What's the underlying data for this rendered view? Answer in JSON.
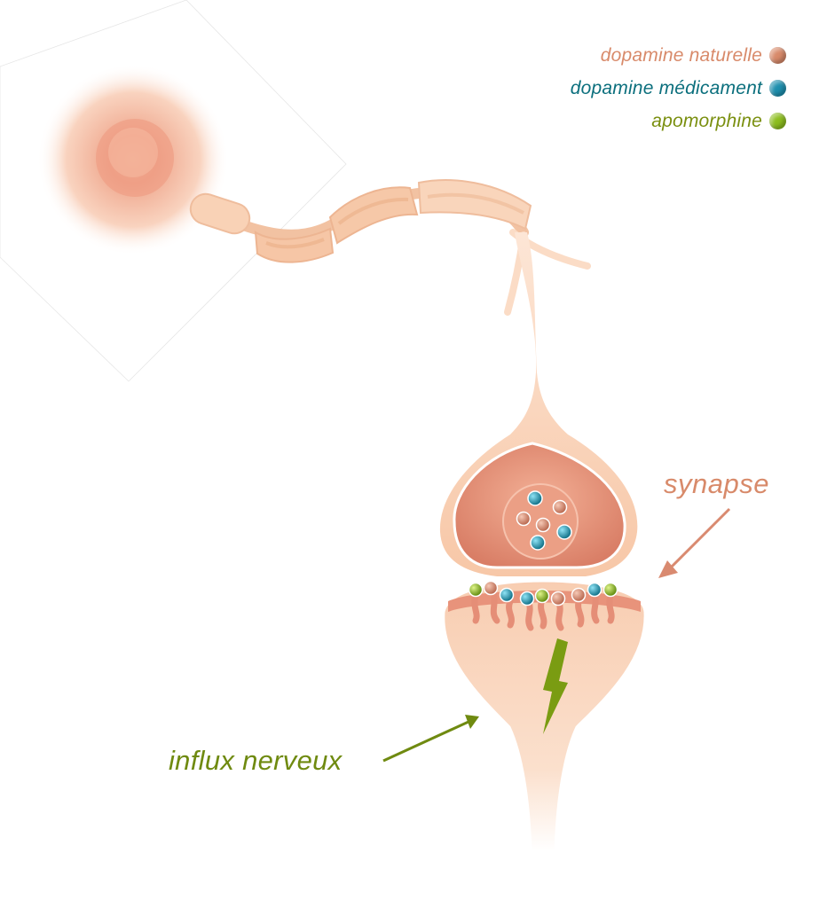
{
  "legend": [
    {
      "label": "dopamine naturelle",
      "color": "#d88a6a",
      "dot_icon": "sphere-icon"
    },
    {
      "label": "dopamine médicament",
      "color": "#0b6f7d",
      "dot_icon": "sphere-icon"
    },
    {
      "label": "apomorphine",
      "color": "#7a8f0f",
      "dot_icon": "sphere-icon"
    }
  ],
  "labels": {
    "synapse": "synapse",
    "influx": "influx nerveux"
  },
  "colors": {
    "natural_dopamine": "#d88a6a",
    "medication_dopamine": "#1e8fae",
    "apomorphine": "#8cbd1e",
    "synapse_text": "#d88a6a",
    "influx_text": "#6f8a10",
    "neuron_skin": "#f7c9a8",
    "neuron_inner": "#e5927a"
  }
}
